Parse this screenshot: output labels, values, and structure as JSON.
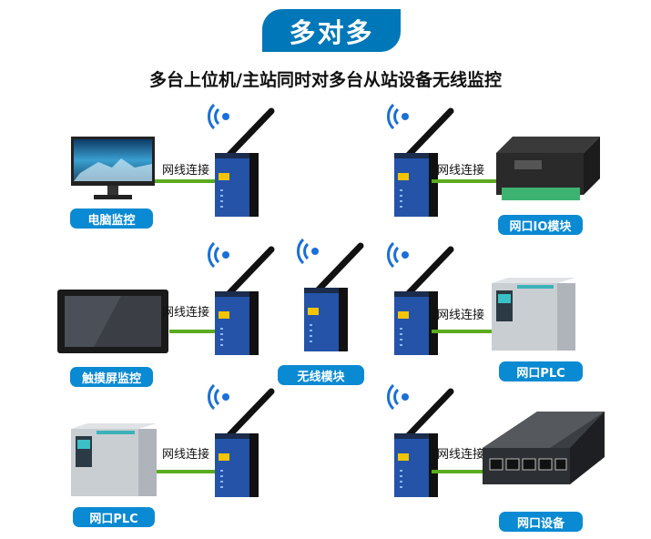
{
  "title": "多对多",
  "subtitle": "多台上位机/主站同时对多台从站设备无线监控",
  "connection_label": "网线连接",
  "devices": {
    "pc": "电脑监控",
    "io_module": "网口IO模块",
    "touchscreen": "触摸屏监控",
    "wireless_module": "无线模块",
    "plc_right": "网口PLC",
    "plc_left": "网口PLC",
    "network_device": "网口设备"
  },
  "colors": {
    "accent": "#0077b8",
    "label_bg": "#0a8ad2",
    "cable": "#5aab1e",
    "wifi": "#1a6fd8"
  }
}
